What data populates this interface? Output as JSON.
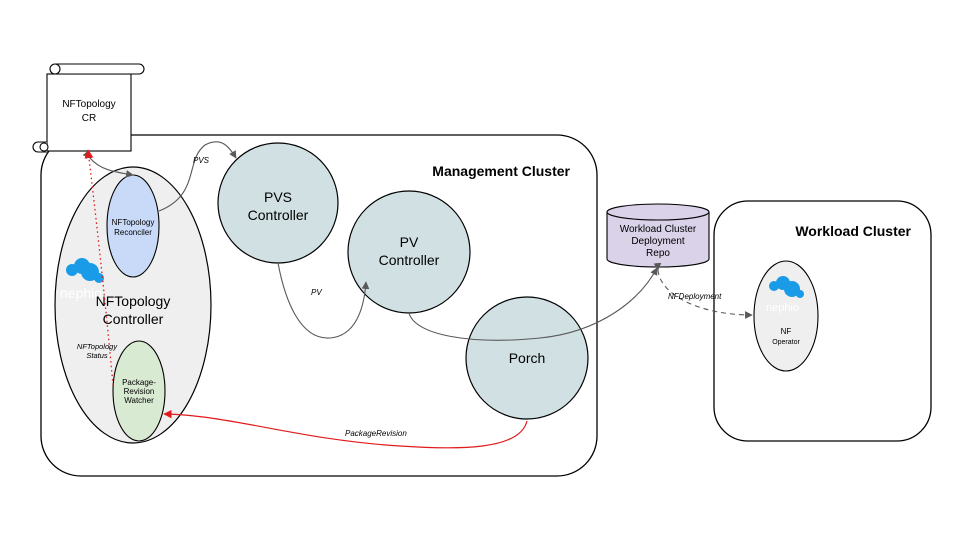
{
  "scroll_cr": {
    "line1": "NFTopology",
    "line2": "CR"
  },
  "management_cluster": {
    "title": "Management Cluster"
  },
  "workload_cluster": {
    "title": "Workload Cluster"
  },
  "nftopology_controller": {
    "logo_text": "nephio",
    "line1": "NFTopology",
    "line2": "Controller",
    "reconciler": {
      "line1": "NFTopology",
      "line2": "Reconciler"
    },
    "watcher": {
      "line1": "Package-",
      "line2": "Revision",
      "line3": "Watcher"
    }
  },
  "pvs_controller": {
    "line1": "PVS",
    "line2": "Controller"
  },
  "pv_controller": {
    "line1": "PV",
    "line2": "Controller"
  },
  "porch": {
    "label": "Porch"
  },
  "repo": {
    "line1": "Workload Cluster",
    "line2": "Deployment",
    "line3": "Repo"
  },
  "nf_operator": {
    "logo_text": "nephio",
    "line1": "NF",
    "line2": "Operator"
  },
  "edges": {
    "pvs": "PVS",
    "pv": "PV",
    "nfdeployment": "NFDeployment",
    "nftopology_status_1": "NFTopology",
    "nftopology_status_2": "Status",
    "package_revision": "PackageRevision"
  },
  "colors": {
    "controller_fill": "#d1e0e3",
    "reconciler_fill": "#c9daf8",
    "watcher_fill": "#d9ead3",
    "repo_fill": "#d9d2e9",
    "outer_controller_fill": "#efefef",
    "red_edge": "#e01b1b",
    "logo_blue": "#1a9be8"
  }
}
